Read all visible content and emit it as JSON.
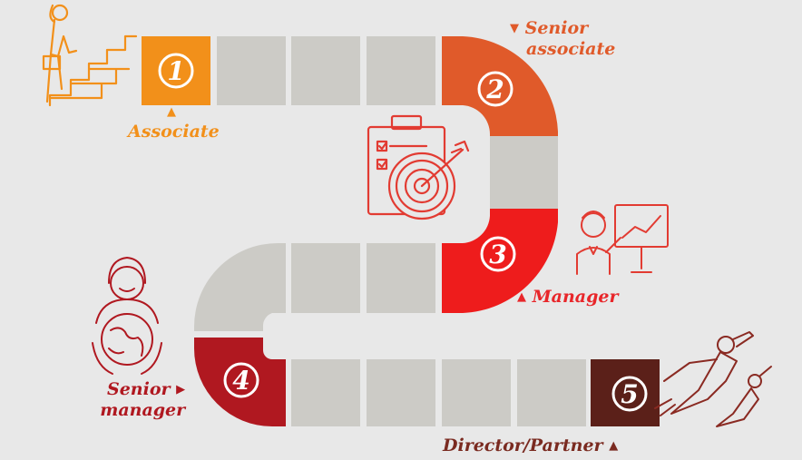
{
  "colors": {
    "background": "#e8e8e8",
    "track": "#cccbc6",
    "step1": "#f2901a",
    "step2": "#e05a2a",
    "step3": "#ee1c1c",
    "step4": "#b01820",
    "step5": "#5b2019"
  },
  "steps": [
    {
      "number": "1",
      "label": "Associate",
      "icon": "climbing-stairs-icon"
    },
    {
      "number": "2",
      "label_line1": "Senior",
      "label_line2": "associate",
      "icon": "target-clipboard-icon"
    },
    {
      "number": "3",
      "label": "Manager",
      "icon": "presenter-icon"
    },
    {
      "number": "4",
      "label_line1": "Senior",
      "label_line2": "manager",
      "icon": "globe-person-icon"
    },
    {
      "number": "5",
      "label": "Director/Partner",
      "icon": "superhero-icon"
    }
  ]
}
